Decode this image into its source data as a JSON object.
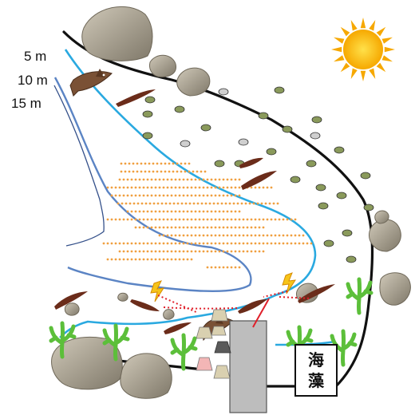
{
  "depth_labels": [
    "5 m",
    "10 m",
    "15 m"
  ],
  "sign": {
    "text_line_1": "海",
    "text_line_2": "藻"
  },
  "colors": {
    "shoreline": "#111111",
    "contour_5m": "#2aa9e0",
    "contour_10m": "#5b84c4",
    "contour_15m": "#34508a",
    "sun": "#f6a800",
    "rock": "#a39b8c",
    "seaweed": "#5cbf3a",
    "eel": "#6b2c1a",
    "fish_school": "#f0a040",
    "pier": "#bdbdbd"
  },
  "icons": [
    "sun-icon",
    "rock-icon",
    "seaweed-icon",
    "eel-icon",
    "shark-icon",
    "lightning-icon",
    "fish-school-dots",
    "pier"
  ]
}
